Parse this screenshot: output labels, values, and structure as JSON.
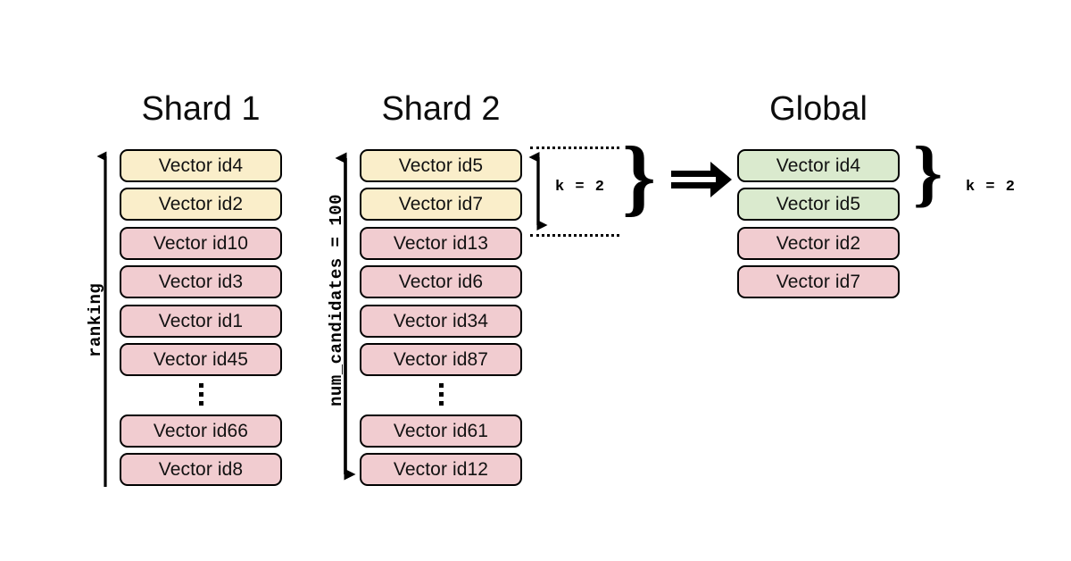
{
  "diagram": {
    "title_shard1": "Shard 1",
    "title_shard2": "Shard 2",
    "title_global": "Global",
    "ranking_label": "ranking",
    "num_candidates_label": "num_candidates = 100",
    "k_label_shard2": "k = 2",
    "k_label_global": "k = 2",
    "ellipsis_glyph": "⋮",
    "implies_glyph": "⇒",
    "brace_glyph": "}",
    "colors": {
      "top_k_shard": "#faeeca",
      "candidate": "#f1ccd0",
      "top_k_global": "#daeace",
      "outline": "#000000",
      "background": "#ffffff"
    }
  },
  "columns": {
    "shard1": {
      "name": "Shard 1",
      "items": [
        {
          "label": "Vector id4",
          "color": "yellow"
        },
        {
          "label": "Vector id2",
          "color": "yellow"
        },
        {
          "label": "Vector id10",
          "color": "pink"
        },
        {
          "label": "Vector id3",
          "color": "pink"
        },
        {
          "label": "Vector id1",
          "color": "pink"
        },
        {
          "label": "Vector id45",
          "color": "pink"
        }
      ],
      "tail_items": [
        {
          "label": "Vector id66",
          "color": "pink"
        },
        {
          "label": "Vector id8",
          "color": "pink"
        }
      ]
    },
    "shard2": {
      "name": "Shard 2",
      "items": [
        {
          "label": "Vector id5",
          "color": "yellow"
        },
        {
          "label": "Vector id7",
          "color": "yellow"
        },
        {
          "label": "Vector id13",
          "color": "pink"
        },
        {
          "label": "Vector id6",
          "color": "pink"
        },
        {
          "label": "Vector id34",
          "color": "pink"
        },
        {
          "label": "Vector id87",
          "color": "pink"
        }
      ],
      "tail_items": [
        {
          "label": "Vector id61",
          "color": "pink"
        },
        {
          "label": "Vector id12",
          "color": "pink"
        }
      ]
    },
    "global": {
      "name": "Global",
      "items": [
        {
          "label": "Vector id4",
          "color": "green"
        },
        {
          "label": "Vector id5",
          "color": "green"
        },
        {
          "label": "Vector id2",
          "color": "pink"
        },
        {
          "label": "Vector id7",
          "color": "pink"
        }
      ]
    }
  }
}
